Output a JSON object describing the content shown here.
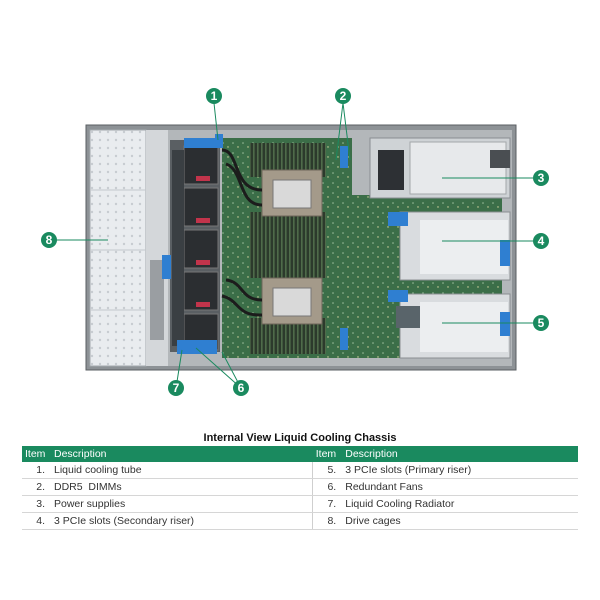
{
  "table": {
    "title": "Internal View Liquid Cooling Chassis",
    "col_item": "Item",
    "col_description": "Description",
    "rows": [
      {
        "left_num": "1.",
        "left_desc": "Liquid cooling tube",
        "right_num": "5.",
        "right_desc": "3 PCIe slots (Primary riser)"
      },
      {
        "left_num": "2.",
        "left_desc": "DDR5  DIMMs",
        "right_num": "6.",
        "right_desc": "Redundant Fans"
      },
      {
        "left_num": "3.",
        "left_desc": "Power supplies",
        "right_num": "7.",
        "right_desc": "Liquid Cooling Radiator"
      },
      {
        "left_num": "4.",
        "left_desc": "3 PCIe slots (Secondary riser)",
        "right_num": "8.",
        "right_desc": "Drive cages"
      }
    ]
  },
  "callouts": [
    "1",
    "2",
    "3",
    "4",
    "5",
    "6",
    "7",
    "8"
  ],
  "colors": {
    "callout": "#1a8a5f",
    "header": "#1a8a5f",
    "blue_part": "#2f7fd1"
  }
}
